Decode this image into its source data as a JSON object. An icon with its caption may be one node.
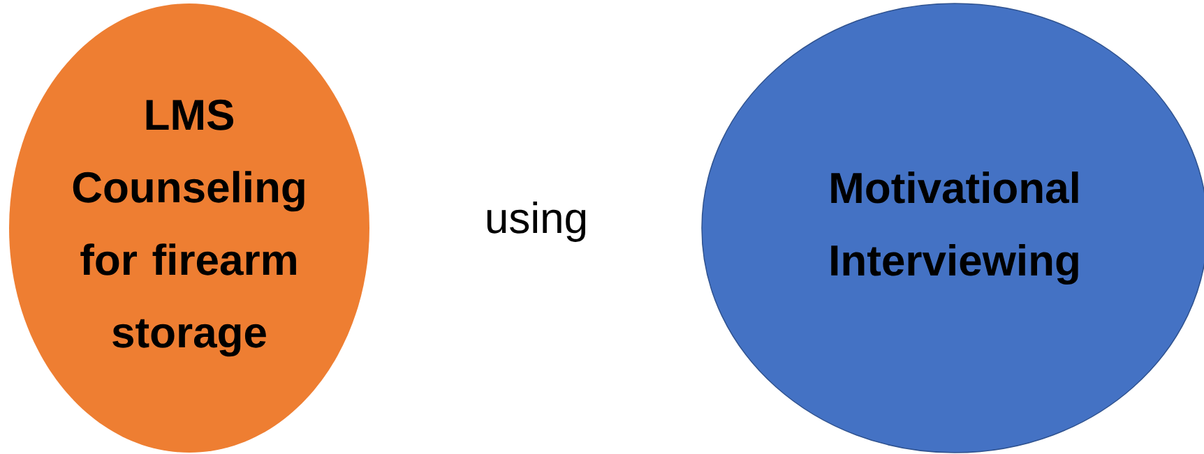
{
  "diagram": {
    "nodes": [
      {
        "text": [
          "LMS Counseling for firearm storage"
        ]
      },
      {
        "text": [
          "Motivational Interviewing"
        ]
      }
    ],
    "labels": [
      "using"
    ]
  }
}
